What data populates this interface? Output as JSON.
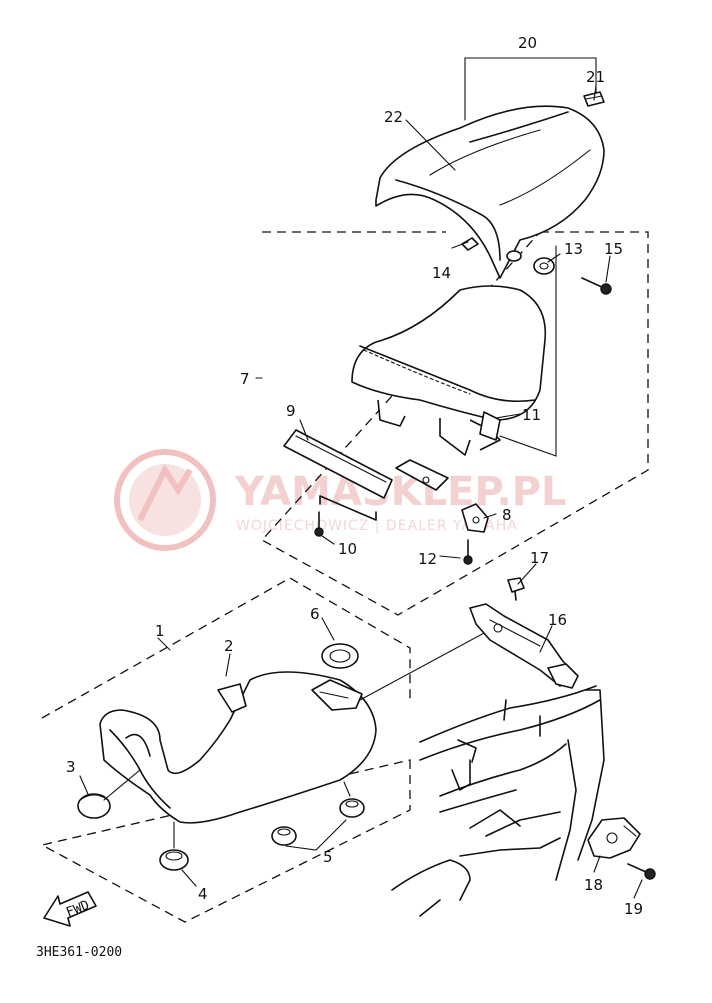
{
  "diagram": {
    "part_labels": [
      "1",
      "2",
      "3",
      "4",
      "5",
      "6",
      "7",
      "8",
      "9",
      "10",
      "11",
      "12",
      "13",
      "14",
      "15",
      "16",
      "17",
      "18",
      "19",
      "20",
      "21",
      "22"
    ],
    "fwd_arrow_text": "FWD",
    "drawing_code": "3HE361-0200"
  },
  "watermark": {
    "brand_text": "YAMASKLEP.PL",
    "subtitle": "WOJCIECHOWICZ | DEALER YAMAHA",
    "color": "#e8a7a7"
  }
}
